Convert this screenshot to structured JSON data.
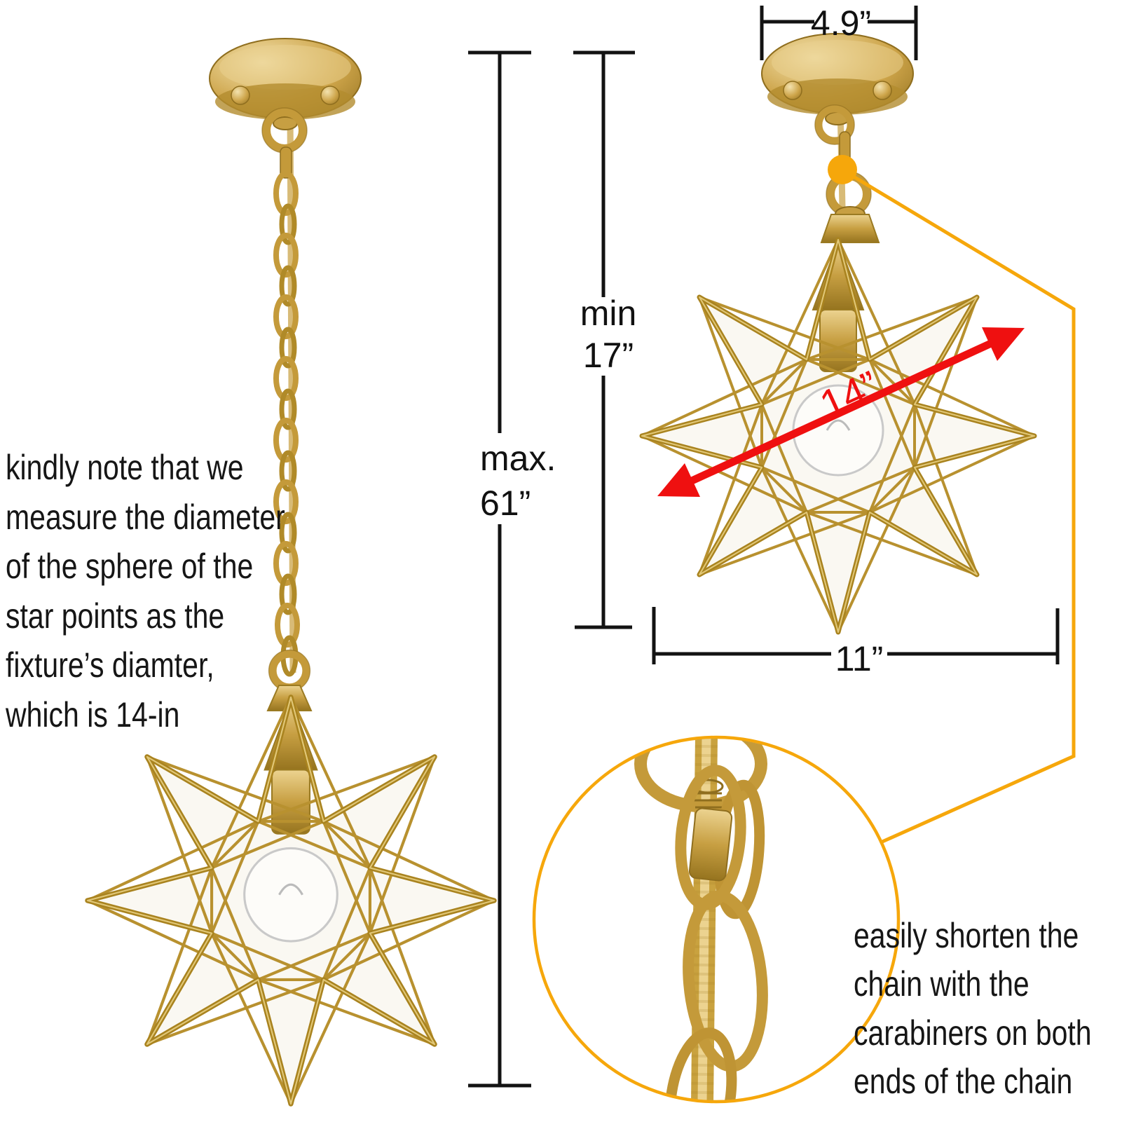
{
  "title": "moravian star pendant light dimension diagram",
  "colors": {
    "background": "#ffffff",
    "brass_gold": "#c49a3a",
    "brass_dark": "#8f6e1e",
    "brass_light": "#ecd390",
    "callout_yellow": "#f6a70b",
    "arrow_red": "#ef1010",
    "dimension_line": "#131313",
    "text": "#161616"
  },
  "left_note": {
    "lines": [
      "kindly note that we",
      "measure the diameter",
      "of the sphere of the",
      "star points as the",
      "fixture’s diamter,",
      "which is 14-in"
    ]
  },
  "right_note": {
    "lines": [
      "easily shorten the",
      "chain with the",
      "carabiners on both",
      "ends of the chain"
    ]
  },
  "dimensions": {
    "canopy_width": "4.9”",
    "max_height_label": "max.",
    "max_height_value": "61”",
    "min_height_label": "min",
    "min_height_value": "17”",
    "fixture_width": "11”",
    "star_diameter": "14”"
  }
}
